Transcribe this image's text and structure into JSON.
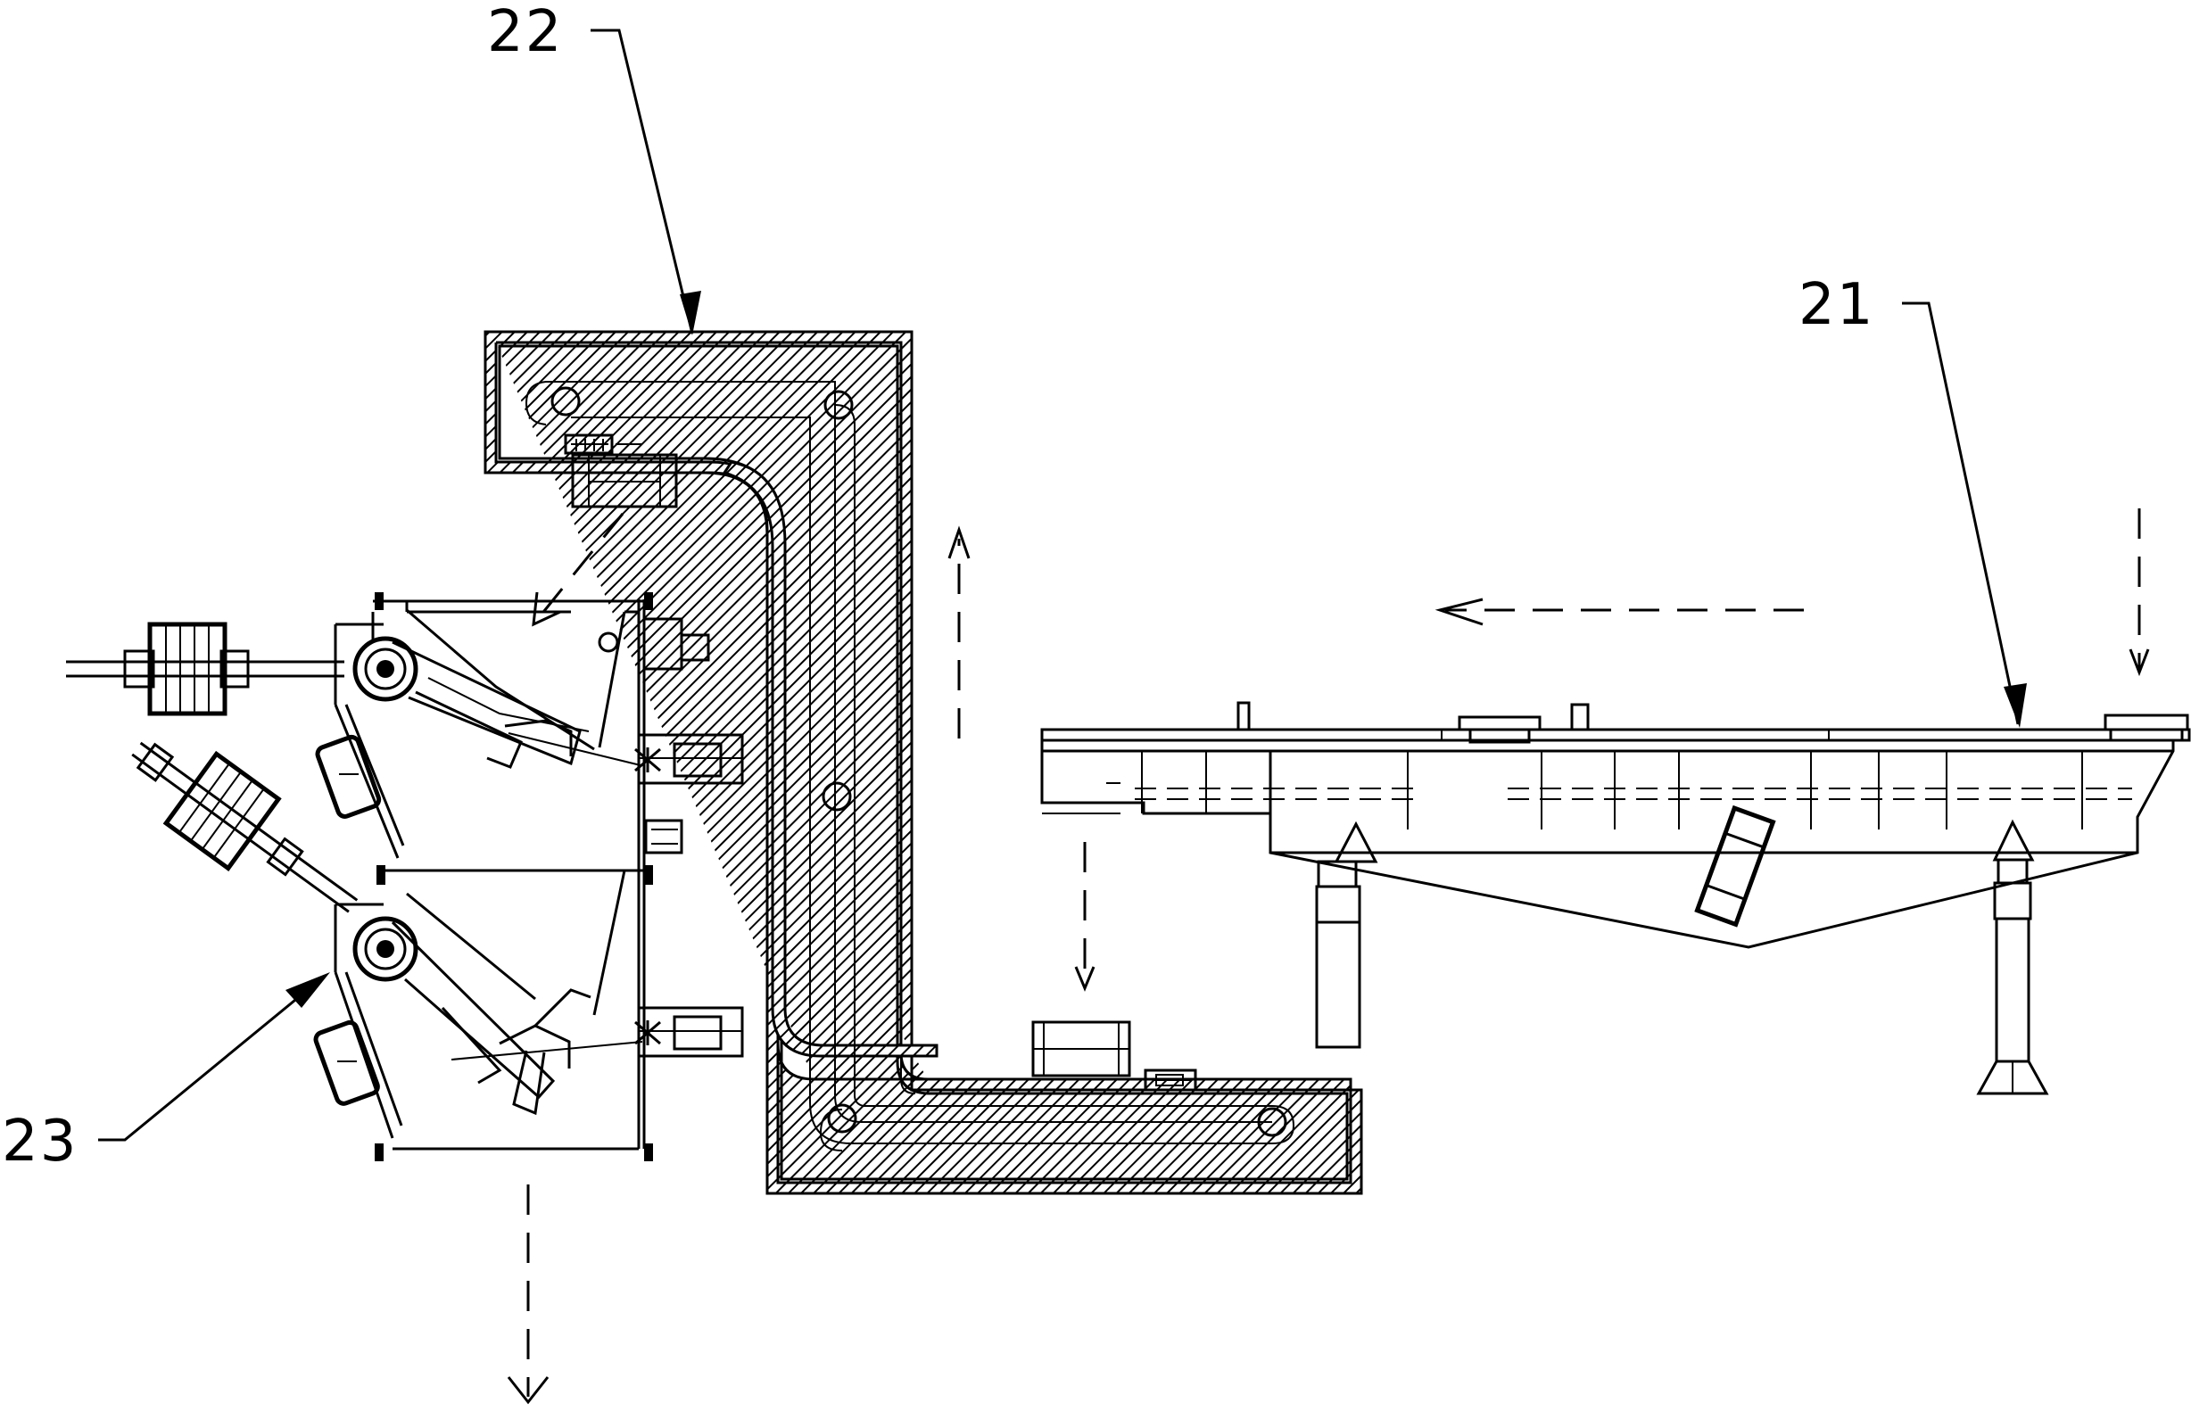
{
  "labels": {
    "feeder": "21",
    "bucket_elevator": "22",
    "separator": "23"
  }
}
